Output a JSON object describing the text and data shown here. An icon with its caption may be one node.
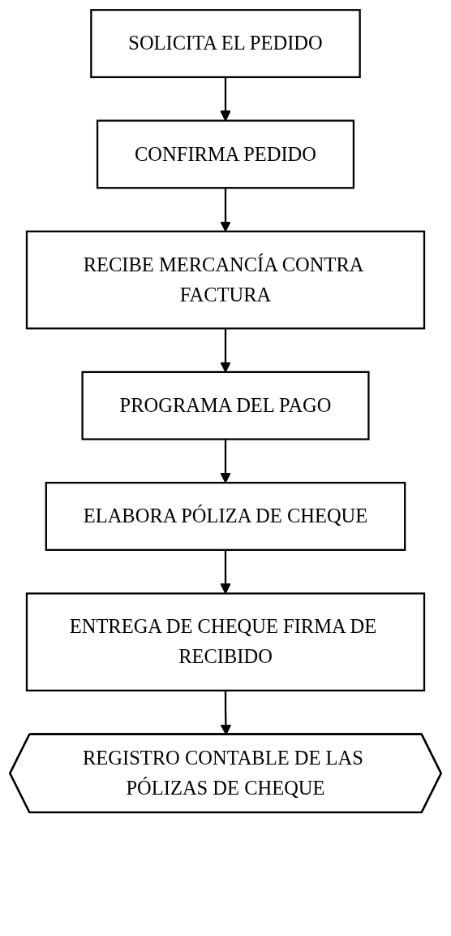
{
  "diagram": {
    "nodes": [
      {
        "text": [
          "SOLICITA EL PEDIDO"
        ]
      },
      {
        "text": [
          "CONFIRMA PEDIDO"
        ]
      },
      {
        "text": [
          "RECIBE MERCANCÍA CONTRA FACTURA"
        ]
      },
      {
        "text": [
          "PROGRAMA DEL PAGO"
        ]
      },
      {
        "text": [
          "ELABORA PÓLIZA DE CHEQUE"
        ]
      },
      {
        "text": [
          "ENTREGA DE CHEQUE FIRMA DE RECIBIDO"
        ]
      },
      {
        "text": [
          "REGISTRO CONTABLE DE LAS PÓLIZAS DE CHEQUE"
        ]
      }
    ],
    "edges": [
      {
        "from": 0,
        "to": 1,
        "arrow": "to"
      },
      {
        "from": 1,
        "to": 2,
        "arrow": "to"
      },
      {
        "from": 2,
        "to": 3,
        "arrow": "to"
      },
      {
        "from": 3,
        "to": 4,
        "arrow": "to"
      },
      {
        "from": 4,
        "to": 5,
        "arrow": "to"
      },
      {
        "from": 5,
        "to": 6,
        "arrow": "to"
      }
    ]
  }
}
